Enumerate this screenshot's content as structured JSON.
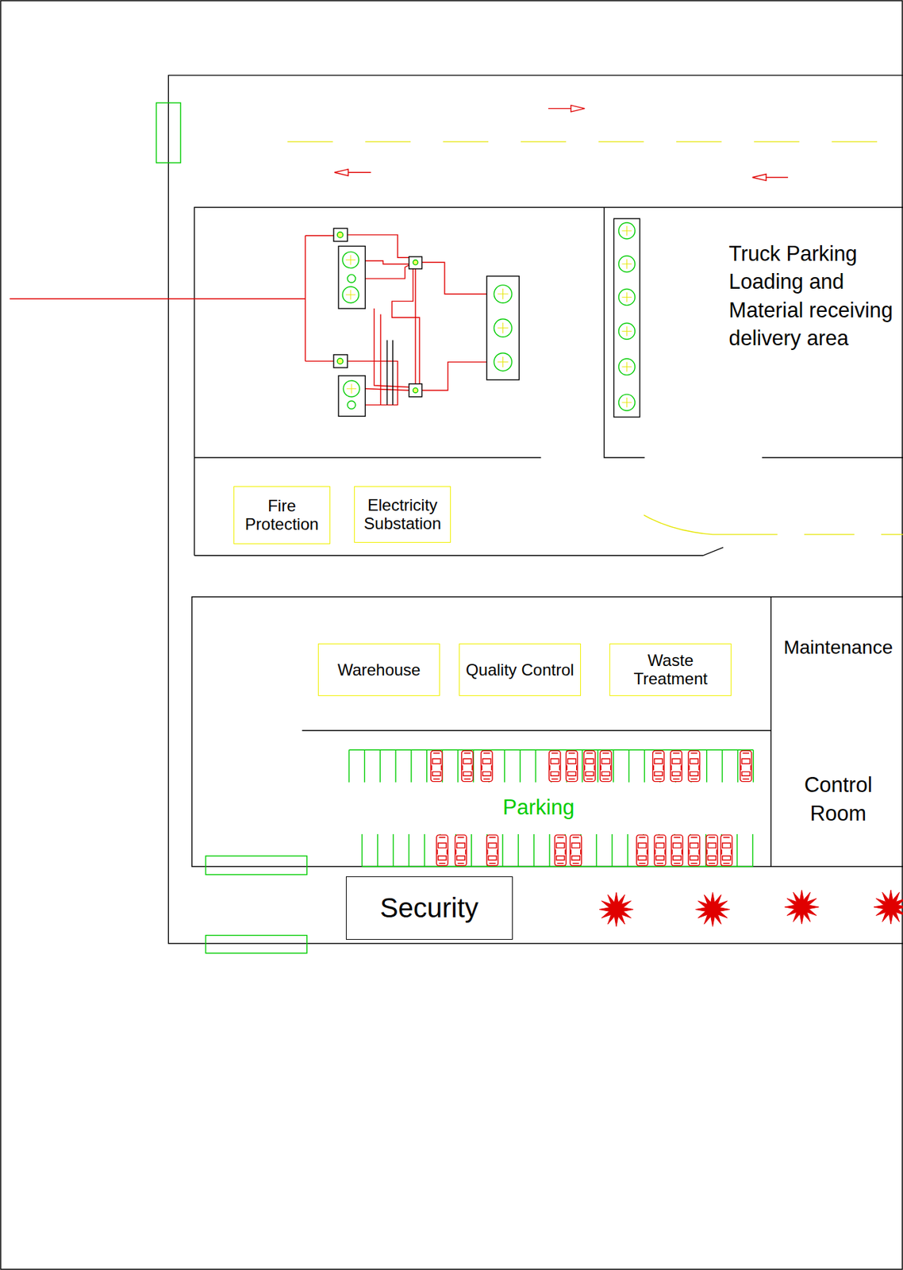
{
  "diagram": {
    "nodes": [
      {
        "text": [
          "Truck Parking Loading and Material receiving delivery area"
        ]
      },
      {
        "text": [
          "Fire Protection"
        ]
      },
      {
        "text": [
          "Electricity Substation"
        ]
      },
      {
        "text": [
          "Maintenance",
          "Control Room"
        ]
      },
      {
        "text": [
          "Warehouse"
        ]
      },
      {
        "text": [
          "Quality Control"
        ]
      },
      {
        "text": [
          "Waste Treatment"
        ]
      },
      {
        "text": [
          "Security"
        ]
      }
    ],
    "labels": [
      "Parking"
    ]
  }
}
